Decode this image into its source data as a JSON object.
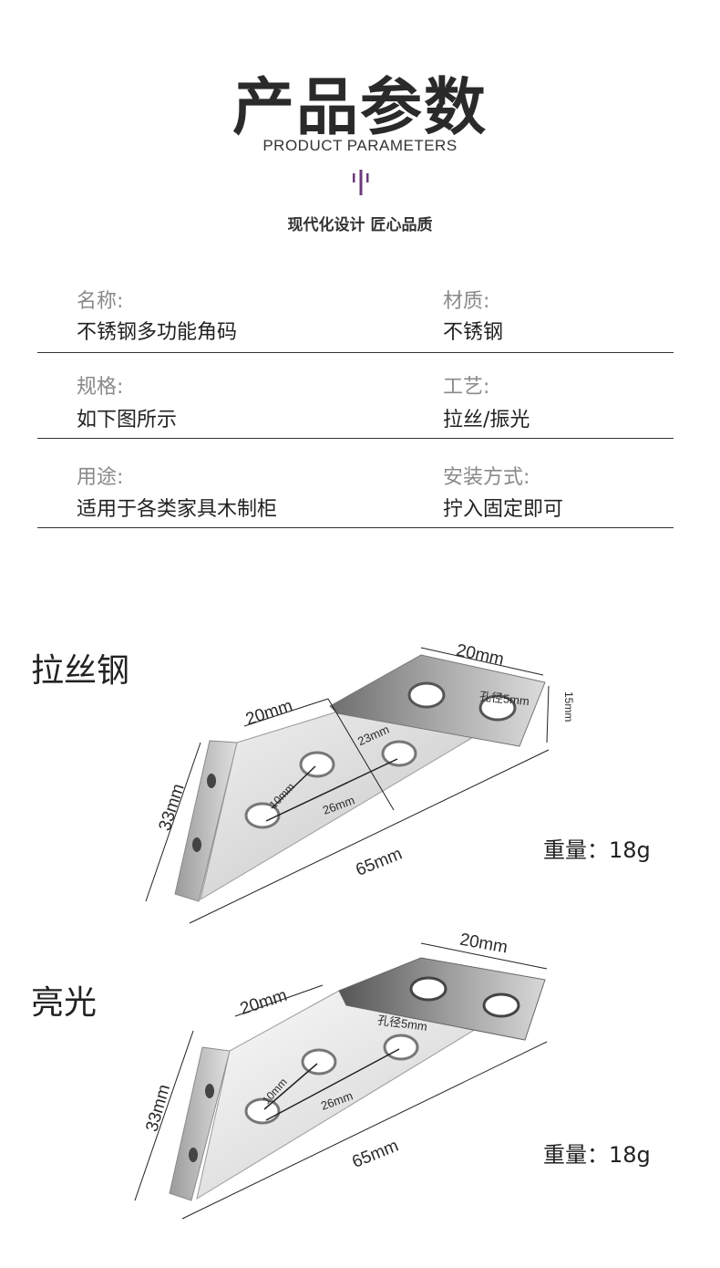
{
  "header": {
    "title": "产品参数",
    "subtitle": "PRODUCT PARAMETERS",
    "slogan": "现代化设计 匠心品质",
    "accent_color": "#6a3a7a"
  },
  "params": [
    {
      "label": "名称:",
      "value": "不锈钢多功能角码"
    },
    {
      "label": "材质:",
      "value": "不锈钢"
    },
    {
      "label": "规格:",
      "value": "如下图所示"
    },
    {
      "label": "工艺:",
      "value": "拉丝/振光"
    },
    {
      "label": "用途:",
      "value": "适用于各类家具木制柜"
    },
    {
      "label": "安装方式:",
      "value": "拧入固定即可"
    }
  ],
  "products": [
    {
      "label": "拉丝钢",
      "weight": "重量：18g",
      "dims": {
        "top_right": "20mm",
        "top_left": "20mm",
        "left": "33mm",
        "bottom": "65mm",
        "hole": "孔径5mm",
        "height": "15mm",
        "diag": "23mm",
        "hole_gap": "10mm",
        "span": "26mm"
      }
    },
    {
      "label": "亮光",
      "weight": "重量：18g",
      "dims": {
        "top_right": "20mm",
        "top_left": "20mm",
        "left": "33mm",
        "bottom": "65mm",
        "hole": "孔径5mm",
        "hole_gap": "10mm",
        "span": "26mm"
      }
    }
  ]
}
